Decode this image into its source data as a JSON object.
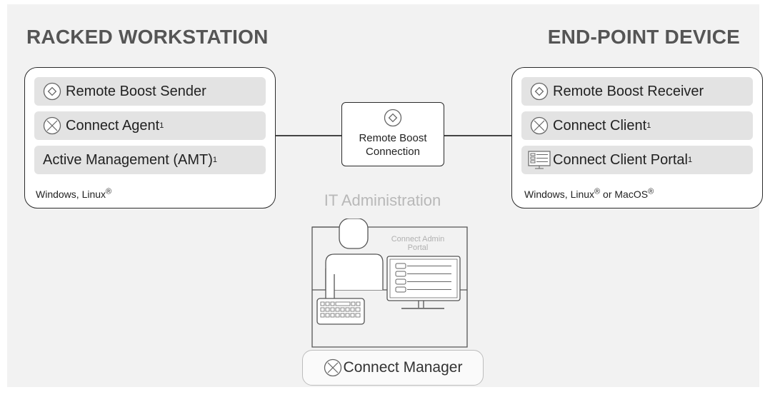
{
  "left": {
    "heading": "RACKED WORKSTATION",
    "rows": [
      {
        "icon": "remote-boost-icon",
        "label": "Remote Boost Sender",
        "sup": ""
      },
      {
        "icon": "connect-icon",
        "label": "Connect Agent",
        "sup": "1"
      },
      {
        "icon": "",
        "label": "Active Management (AMT)",
        "sup": "1"
      }
    ],
    "os": "Windows, Linux",
    "os_reg": "®"
  },
  "right": {
    "heading": "END-POINT DEVICE",
    "rows": [
      {
        "icon": "remote-boost-icon",
        "label": "Remote Boost Receiver",
        "sup": ""
      },
      {
        "icon": "connect-icon",
        "label": "Connect Client",
        "sup": "1"
      },
      {
        "icon": "portal-icon",
        "label": "Connect Client Portal",
        "sup": "1"
      }
    ],
    "os_a": "Windows, Linux",
    "os_reg1": "®",
    "os_b": " or MacOS",
    "os_reg2": "®"
  },
  "connection": {
    "icon": "remote-boost-icon",
    "line1": "Remote Boost",
    "line2": "Connection"
  },
  "it": {
    "title": "IT Administration",
    "portal_line1": "Connect Admin",
    "portal_line2": "Portal",
    "manager_icon": "connect-icon",
    "manager_label": "Connect Manager"
  },
  "colors": {
    "background": "#f2f2f2",
    "row_fill": "#e3e3e3",
    "outline": "#2b2b2b",
    "muted": "#b8b8b8"
  }
}
